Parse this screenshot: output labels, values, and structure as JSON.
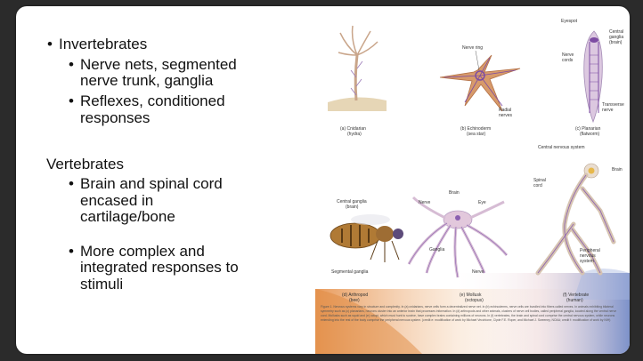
{
  "slide": {
    "bullets": [
      {
        "text": "Invertebrates"
      },
      {
        "text": "Nerve nets, segmented"
      },
      {
        "text": "nerve trunk, ganglia"
      },
      {
        "text": "Reflexes, conditioned"
      },
      {
        "text": "responses"
      },
      {
        "text": "Vertebrates"
      },
      {
        "text": "Brain and spinal cord"
      },
      {
        "text": "encased in"
      },
      {
        "text": "cartilage/bone"
      },
      {
        "text": "More complex and"
      },
      {
        "text": "integrated responses to"
      },
      {
        "text": "stimuli"
      }
    ]
  },
  "figure": {
    "hydra": {
      "caption_1": "(a) Cnidarian",
      "caption_2": "(hydra)"
    },
    "seastar": {
      "label_ring": "Nerve ring",
      "label_radial_1": "Radial",
      "label_radial_2": "nerves",
      "caption_1": "(b) Echinoderm",
      "caption_2": "(sea star)"
    },
    "planarian": {
      "label_eyespot": "Eyespot",
      "label_central_1": "Central",
      "label_central_2": "ganglia",
      "label_central_3": "(brain)",
      "label_nerve_1": "Nerve",
      "label_nerve_2": "cords",
      "label_transverse_1": "Transverse",
      "label_transverse_2": "nerve",
      "caption_1": "(c) Planarian",
      "caption_2": "(flatworm)"
    },
    "bee": {
      "label_central_1": "Central ganglia",
      "label_central_2": "(brain)",
      "label_segmental": "Segmental ganglia",
      "caption_1": "(d) Arthropod",
      "caption_2": "(bee)"
    },
    "octopus": {
      "label_nerve": "Nerve",
      "label_brain": "Brain",
      "label_eye": "Eye",
      "label_ganglia": "Ganglia",
      "label_nerve_bottom": "Nerve",
      "caption_1": "(e) Mollusk",
      "caption_2": "(octopus)"
    },
    "human": {
      "label_cns": "Central nervous system",
      "label_brain": "Brain",
      "label_spinal_1": "Spinal",
      "label_spinal_2": "cord",
      "label_pns_1": "Peripheral",
      "label_pns_2": "nervous",
      "label_pns_3": "system",
      "caption_1": "(f) Vertebrate",
      "caption_2": "(human)"
    },
    "caption_text": "Figure 1. Nervous systems vary in structure and complexity. In (a) cnidarians, nerve cells form a decentralized nerve net. In (b) echinoderms, nerve cells are bundled into fibers called nerves. In animals exhibiting bilateral symmetry such as (c) planarians, neurons cluster into an anterior brain that processes information. In (d) arthropods and other animals, clusters of nerve cell bodies, called peripheral ganglia, located along the ventral nerve cord. Mollusks such as squid and (e) octopi, which must hunt to survive, have complex brains containing millions of neurons. In (f) vertebrates, the brain and spinal cord comprise the central nervous system, while neurons extending into the rest of the body comprise the peripheral nervous system. (credit e: modification of work by Michael Vecchione, Clyde F.E. Roper, and Michael J. Sweeney, NOAA; credit f: modification of work by NIH)"
  },
  "colors": {
    "background": "#2b2b2b",
    "slide": "#ffffff",
    "accent_orange": "#e5893f",
    "accent_blue": "#6f86c4",
    "nerve_purple": "#8a5fb0"
  }
}
